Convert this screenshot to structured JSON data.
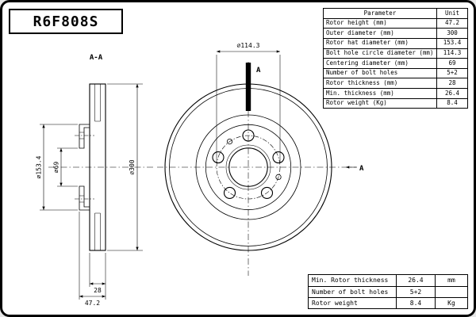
{
  "title": "R6F808S",
  "param_table": {
    "header": {
      "param": "Parameter",
      "unit": "Unit"
    },
    "rows": [
      {
        "param": "Rotor height (mm)",
        "value": "47.2"
      },
      {
        "param": "Outer diameter (mm)",
        "value": "300"
      },
      {
        "param": "Rotor hat diameter (mm)",
        "value": "153.4"
      },
      {
        "param": "Bolt hole circle diameter (mm)",
        "value": "114.3"
      },
      {
        "param": "Centering diameter (mm)",
        "value": "69"
      },
      {
        "param": "Number of bolt holes",
        "value": "5+2"
      },
      {
        "param": "Rotor thickness (mm)",
        "value": "28"
      },
      {
        "param": "Min. thickness (mm)",
        "value": "26.4"
      },
      {
        "param": "Rotor weight (Kg)",
        "value": "8.4"
      }
    ]
  },
  "summary_table": {
    "rows": [
      {
        "label": "Min. Rotor thickness",
        "value": "26.4",
        "unit": "mm"
      },
      {
        "label": "Number of bolt holes",
        "value": "5+2",
        "unit": ""
      },
      {
        "label": "Rotor weight",
        "value": "8.4",
        "unit": "Kg"
      }
    ]
  },
  "drawing": {
    "section_label": "A-A",
    "cut_label_top": "A",
    "cut_label_side": "A",
    "dim_bolt_circle": "⌀114.3",
    "dim_outer": "⌀300",
    "dim_hat": "⌀153.4",
    "dim_center": "⌀69",
    "dim_thickness": "28",
    "dim_height": "47.2"
  },
  "colors": {
    "ink": "#000000",
    "paper": "#ffffff"
  }
}
